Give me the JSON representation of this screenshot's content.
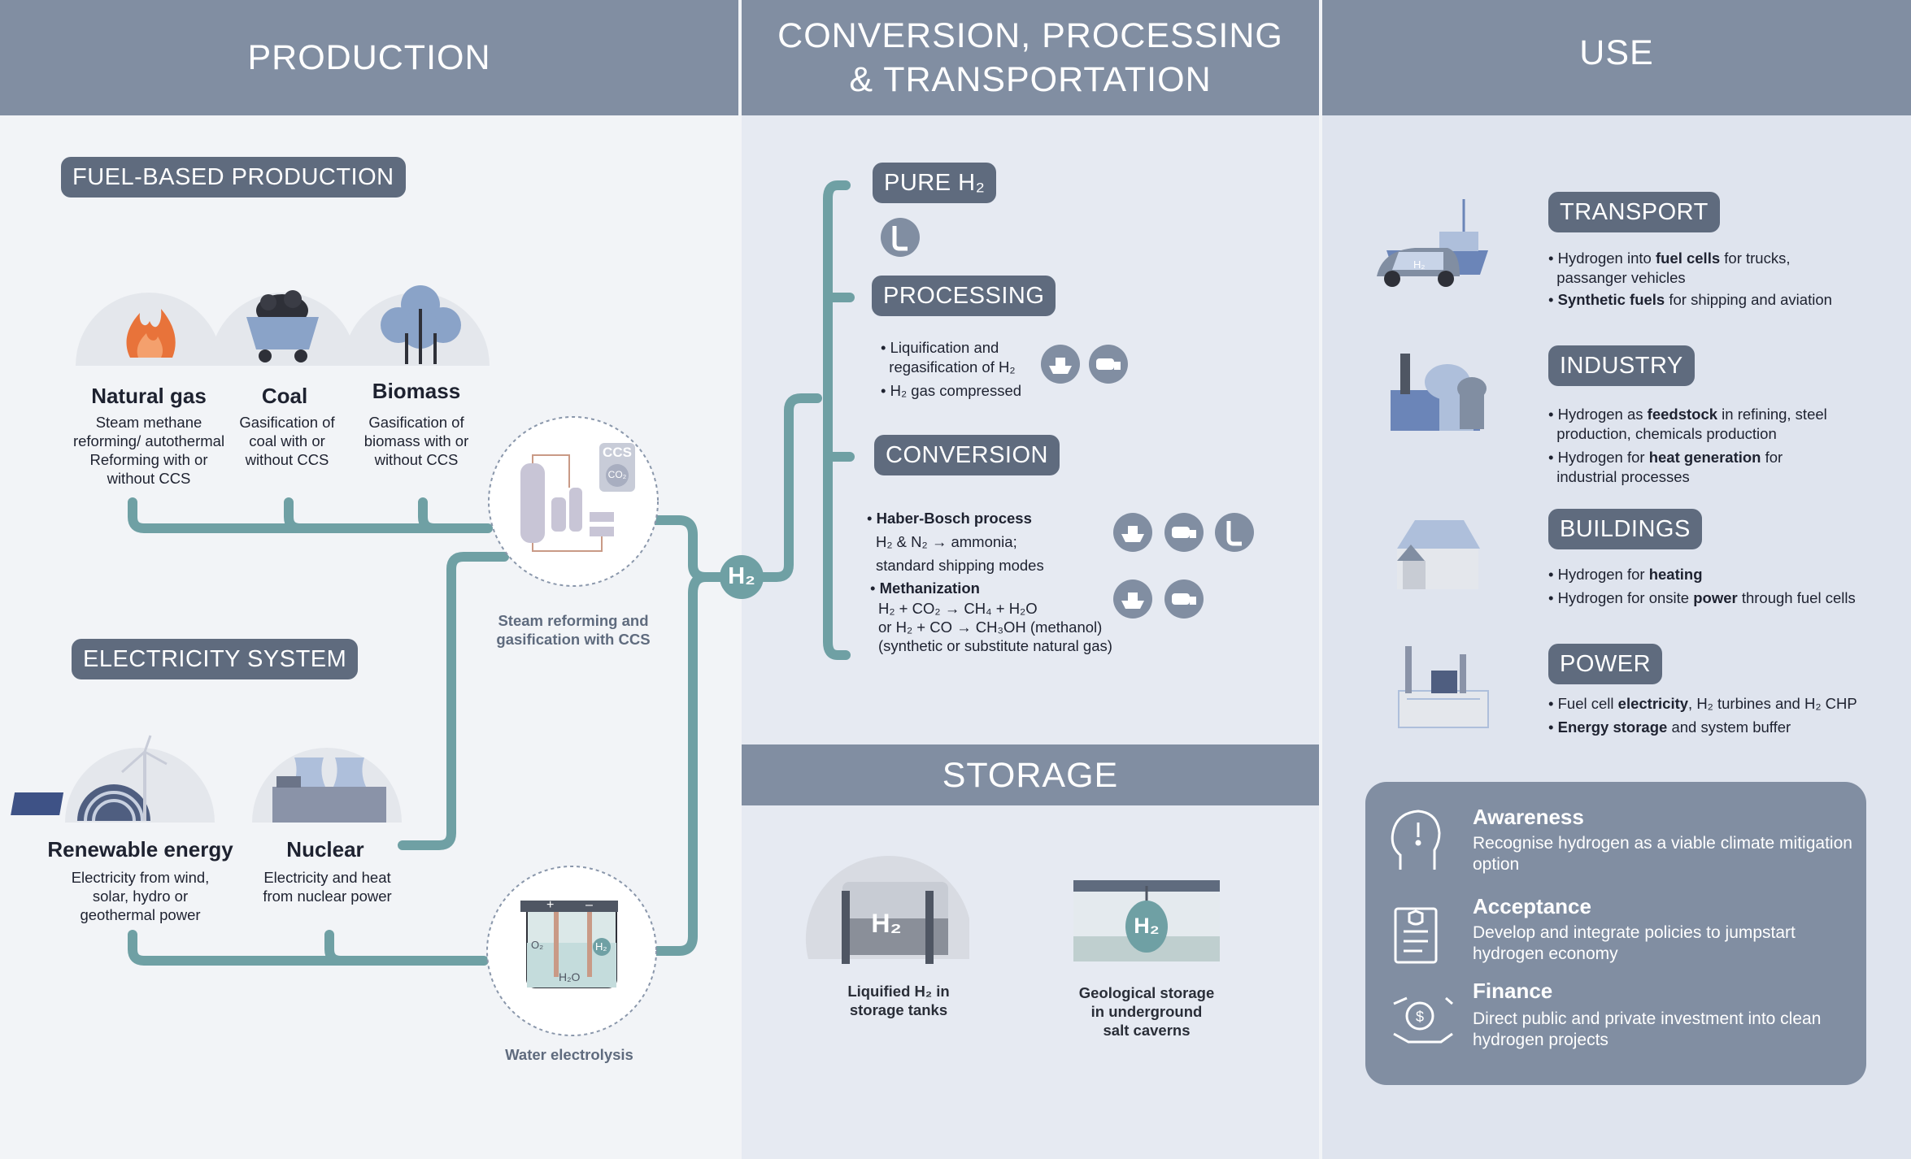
{
  "headers": {
    "production": "PRODUCTION",
    "conversion_line1": "CONVERSION, PROCESSING",
    "conversion_line2": "& TRANSPORTATION",
    "use": "USE",
    "storage": "STORAGE"
  },
  "production": {
    "fuel_based": {
      "label": "FUEL-BASED PRODUCTION",
      "items": [
        {
          "title": "Natural gas",
          "desc": "Steam methane reforming/ autothermal Reforming with or without CCS",
          "icon": "flame-icon"
        },
        {
          "title": "Coal",
          "desc": "Gasification of coal with or without CCS",
          "icon": "coal-cart-icon"
        },
        {
          "title": "Biomass",
          "desc": "Gasification of biomass with or without CCS",
          "icon": "tree-icon"
        }
      ]
    },
    "electricity": {
      "label": "ELECTRICITY SYSTEM",
      "items": [
        {
          "title": "Renewable energy",
          "desc": "Electricity from wind, solar, hydro or geothermal power",
          "icon": "wind-solar-icon"
        },
        {
          "title": "Nuclear",
          "desc": "Electricity and heat from nuclear power",
          "icon": "nuclear-plant-icon"
        }
      ]
    },
    "steam_reforming": {
      "caption": "Steam reforming and gasification with CCS",
      "ccs": "CCS",
      "co2": "CO₂"
    },
    "electrolysis": {
      "caption": "Water electrolysis",
      "o2": "O₂",
      "h2": "H₂",
      "h2o": "H₂O",
      "plus": "+",
      "minus": "–"
    },
    "hub": "H₂"
  },
  "conversion": {
    "pure": {
      "label": "PURE H₂"
    },
    "processing": {
      "label": "PROCESSING",
      "b1": "Liquification and",
      "b1b": "regasification of H₂",
      "b2": "H₂ gas compressed"
    },
    "conversion": {
      "label": "CONVERSION",
      "hb_title": "Haber-Bosch process",
      "hb_l1": "H₂ & N₂ → ammonia;",
      "hb_l2": "standard shipping modes",
      "meth_title": "Methanization",
      "meth_l1": "H₂ + CO₂ → CH₄ + H₂O",
      "meth_l2": "or H₂ + CO  → CH₃OH (methanol)",
      "meth_l3": "(synthetic or substitute natural gas)"
    }
  },
  "storage": {
    "tank_label": "H₂",
    "tank_caption_l1": "Liquified H₂ in",
    "tank_caption_l2": "storage tanks",
    "cavern_label": "H₂",
    "cavern_caption_l1": "Geological storage",
    "cavern_caption_l2": "in underground",
    "cavern_caption_l3": "salt caverns"
  },
  "use": {
    "transport": {
      "label": "TRANSPORT",
      "b1_pre": "Hydrogen into ",
      "b1_bold": "fuel cells",
      "b1_post": " for trucks,",
      "b1_l2": "passanger vehicles",
      "b2_bold": "Synthetic fuels",
      "b2_post": " for shipping and aviation",
      "icon_label": "H₂"
    },
    "industry": {
      "label": "INDUSTRY",
      "b1_pre": "Hydrogen as ",
      "b1_bold": "feedstock",
      "b1_post": " in refining, steel",
      "b1_l2": "production, chemicals production",
      "b2_pre": "Hydrogen for ",
      "b2_bold": "heat generation",
      "b2_post": " for",
      "b2_l2": "industrial processes"
    },
    "buildings": {
      "label": "BUILDINGS",
      "b1_pre": "Hydrogen for ",
      "b1_bold": "heating",
      "b2_pre": "Hydrogen for onsite ",
      "b2_bold": "power",
      "b2_post": " through fuel cells"
    },
    "power": {
      "label": "POWER",
      "b1_pre": "Fuel cell ",
      "b1_bold": "electricity",
      "b1_post": ", H₂ turbines and H₂ CHP",
      "b2_bold": "Energy storage",
      "b2_post": " and system buffer"
    }
  },
  "enablers": [
    {
      "title": "Awareness",
      "desc": "Recognise hydrogen as a viable climate mitigation option",
      "icon": "head-idea-icon"
    },
    {
      "title": "Acceptance",
      "desc": "Develop and integrate policies to jumpstart hydrogen economy",
      "icon": "policy-document-icon"
    },
    {
      "title": "Finance",
      "desc": "Direct public and private investment into clean hydrogen projects",
      "icon": "money-hand-icon"
    }
  ],
  "colors": {
    "header": "#818ea2",
    "pill": "#5f6b7e",
    "pipe": "#6fa0a4",
    "accent": "#e8733a",
    "light_col": "#f2f4f7",
    "mid_col": "#e6eaf2",
    "right_col": "#dfe4ee"
  }
}
